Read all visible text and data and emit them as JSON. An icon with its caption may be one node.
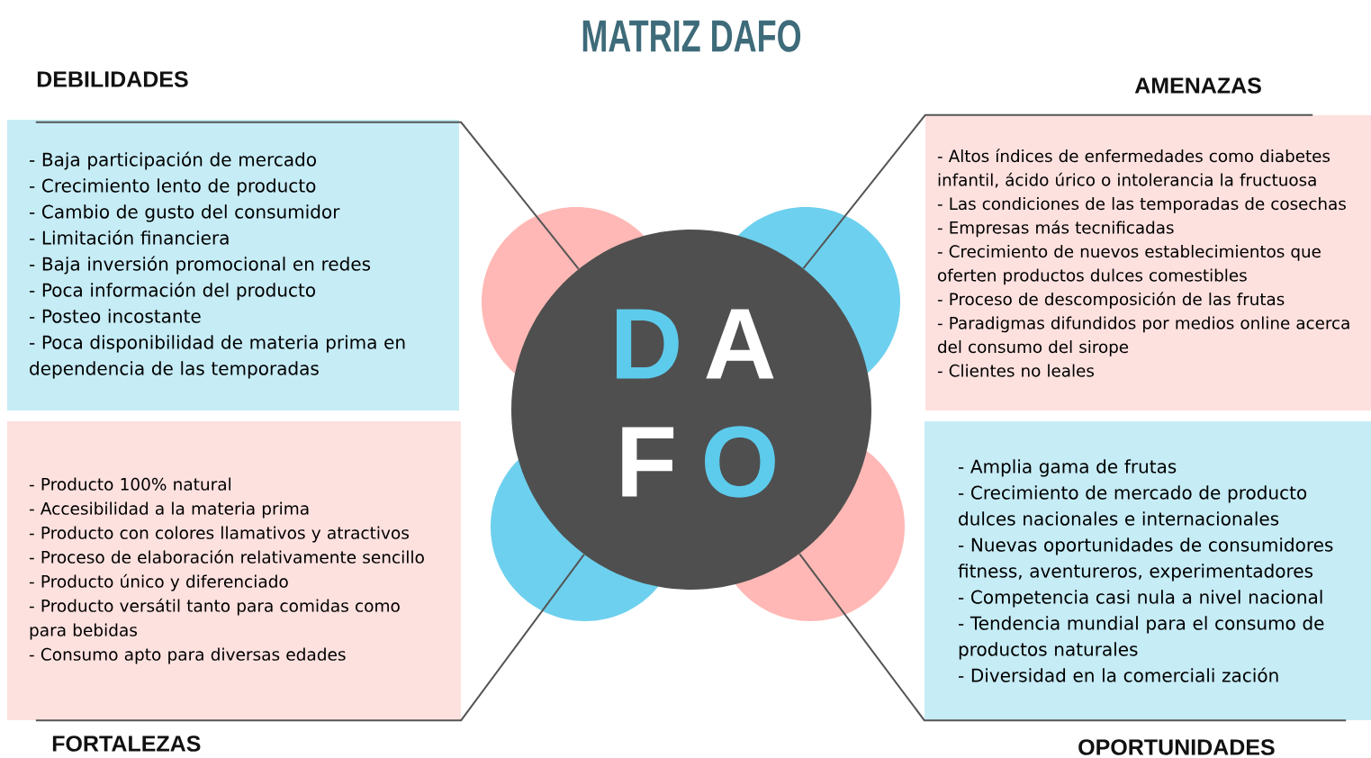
{
  "diagram": {
    "title": "MATRIZ DAFO",
    "nodes": [
      {
        "text": [
          "DEBILIDADES",
          "- Baja participación de mercado",
          "- Crecimiento lento de producto",
          "- Cambio de gusto del consumidor",
          "- Limitación financiera",
          "- Baja inversión promocional en redes",
          "- Poca información del producto",
          "- Posteo incostante",
          "- Poca disponibilidad de materia prima en dependencia de las temporadas"
        ]
      },
      {
        "text": [
          "AMENAZAS",
          "- Altos índices de enfermedades como diabetes infantil, ácido úrico o intolerancia la fructuosa",
          "- Las condiciones de las temporadas de cosechas",
          "- Empresas más tecnificadas",
          "- Crecimiento de nuevos establecimientos que oferten productos dulces comestibles",
          "- Proceso de descomposición de las frutas",
          "- Paradigmas difundidos por medios online acerca del consumo del sirope",
          "- Clientes no leales"
        ]
      },
      {
        "text": [
          "D",
          "A",
          "F",
          "O"
        ]
      },
      {
        "text": [
          "FORTALEZAS",
          "- Producto 100% natural",
          "- Accesibilidad a la materia prima",
          "- Producto con colores llamativos y atractivos",
          "- Proceso de elaboración relativamente sencillo",
          "- Producto único y diferenciado",
          "- Producto versátil tanto para comidas como para bebidas",
          "- Consumo apto para diversas edades"
        ]
      },
      {
        "text": [
          "OPORTUNIDADES",
          "- Amplia gama de frutas",
          "- Crecimiento de mercado de producto dulces nacionales e internacionales",
          "- Nuevas oportunidades de consumidores fitness, aventureros, experimentadores",
          "- Competencia casi nula a nivel nacional",
          "- Tendencia mundial para el consumo de productos naturales",
          "- Diversidad en la comerciali zación"
        ]
      }
    ],
    "edges": [
      {
        "from": 0,
        "to": 2,
        "arrow": "none"
      },
      {
        "from": 1,
        "to": 2,
        "arrow": "none"
      },
      {
        "from": 3,
        "to": 2,
        "arrow": "none"
      },
      {
        "from": 4,
        "to": 2,
        "arrow": "none"
      }
    ]
  }
}
